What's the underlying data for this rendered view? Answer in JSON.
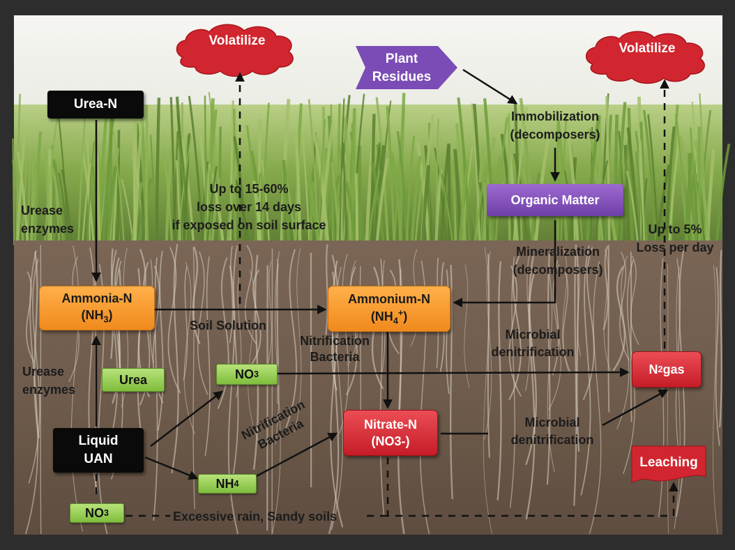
{
  "nodes": {
    "urea_n": "Urea-N",
    "ammonia_n": "Ammonia-N",
    "ammonia_formula_main": "(NH",
    "ammonia_formula_sub": "3",
    "ammonia_formula_end": ")",
    "ammonium_n": "Ammonium-N",
    "ammonium_formula_main": "(NH",
    "ammonium_formula_sub": "4",
    "ammonium_formula_sup": "+",
    "ammonium_formula_end": ")",
    "liquid_uan_line1": "Liquid",
    "liquid_uan_line2": "UAN",
    "urea": "Urea",
    "no3_top_main": "NO",
    "no3_top_sub": "3",
    "nh4_main": "NH",
    "nh4_sub": "4",
    "no3_bottom_main": "NO",
    "no3_bottom_sub": "3",
    "nitrate_n": "Nitrate-N",
    "nitrate_formula": "(NO3-)",
    "n2_main": "N",
    "n2_sub": "2",
    "n2_end": " gas",
    "leaching": "Leaching",
    "plant_residues_line1": "Plant",
    "plant_residues_line2": "Residues",
    "organic_matter": "Organic Matter",
    "volatilize_left": "Volatilize",
    "volatilize_right": "Volatilize"
  },
  "labels": {
    "urease_top_1": "Urease",
    "urease_top_2": "enzymes",
    "urease_bottom_1": "Urease",
    "urease_bottom_2": "enzymes",
    "loss_1": "Up to 15-60%",
    "loss_2": "loss over 14 days",
    "loss_3": "if exposed on soil surface",
    "soil_solution": "Soil Solution",
    "nitrification_1_a": "Nitrification",
    "nitrification_1_b": "Bacteria",
    "nitrification_2_a": "Nitrification",
    "nitrification_2_b": "Bacteria",
    "immobilization_1": "Immobilization",
    "immobilization_2": "(decomposers)",
    "mineralization_1": "Mineralization",
    "mineralization_2": "(decomposers)",
    "microbial_top_1": "Microbial",
    "microbial_top_2": "denitrification",
    "microbial_bottom_1": "Microbial",
    "microbial_bottom_2": "denitrification",
    "up_to_5_1": "Up to 5%",
    "up_to_5_2": "Loss per day",
    "excessive_rain": "Excessive rain, Sandy soils"
  },
  "colors": {
    "fertilizer_box": "#0a0a0a",
    "compound_box": "#f39a2b",
    "form_box": "#8cc84b",
    "loss_box": "#d42a33",
    "organic_box": "#7a4bb3",
    "arrow": "#111111",
    "sky": "#f2f0ec",
    "grass": "#7fa447",
    "soil": "#6e5a4a"
  }
}
